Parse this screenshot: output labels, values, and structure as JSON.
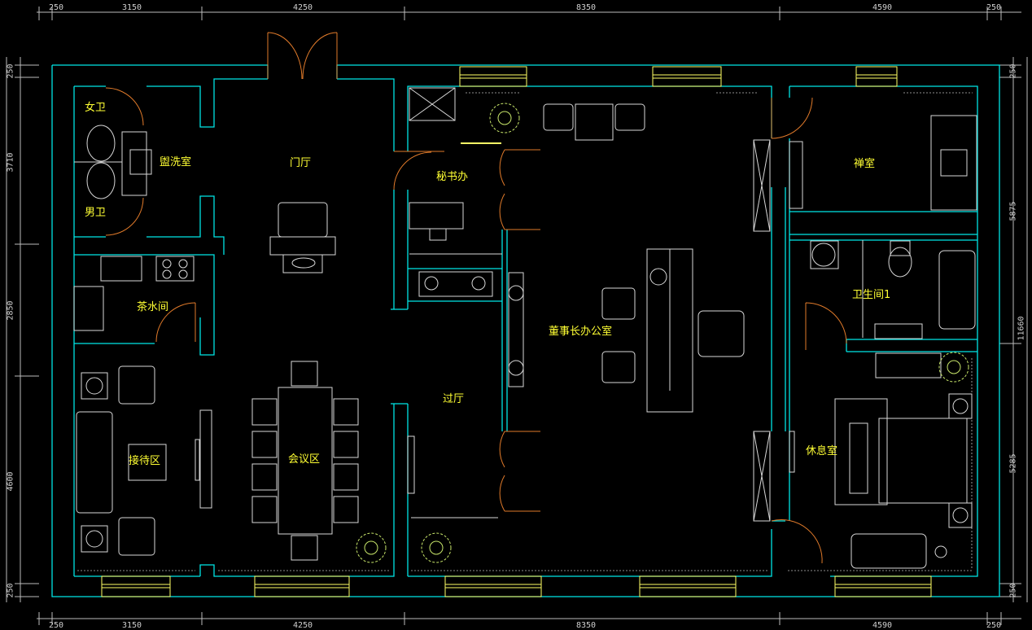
{
  "colors": {
    "background": "#000000",
    "wall": "#00e5e5",
    "furniture": "#d8d8d8",
    "window": "#ffff66",
    "door": "#e07a2a",
    "plant": "#c8e66a",
    "dimension": "#bdbdbd",
    "label": "#ffff33"
  },
  "rooms": {
    "womens_wc": "女卫",
    "mens_wc": "男卫",
    "washroom": "盥洗室",
    "lobby": "门厅",
    "secretary_office": "秘书办",
    "meditation_room": "禅室",
    "tea_room": "茶水间",
    "chairman_office": "董事长办公室",
    "bathroom_1": "卫生间1",
    "hallway": "过厅",
    "reception_area": "接待区",
    "meeting_area": "会议区",
    "rest_room": "休息室"
  },
  "dimensions": {
    "top": [
      "250",
      "3150",
      "4250",
      "8350",
      "4590",
      "250"
    ],
    "bottom": [
      "250",
      "3150",
      "4250",
      "8350",
      "4590",
      "250"
    ],
    "left": [
      "250",
      "3710",
      "2850",
      "4600",
      "250"
    ],
    "right": [
      "250",
      "5875",
      "5285",
      "250"
    ],
    "left_total": "11660",
    "right_total": "11660"
  }
}
